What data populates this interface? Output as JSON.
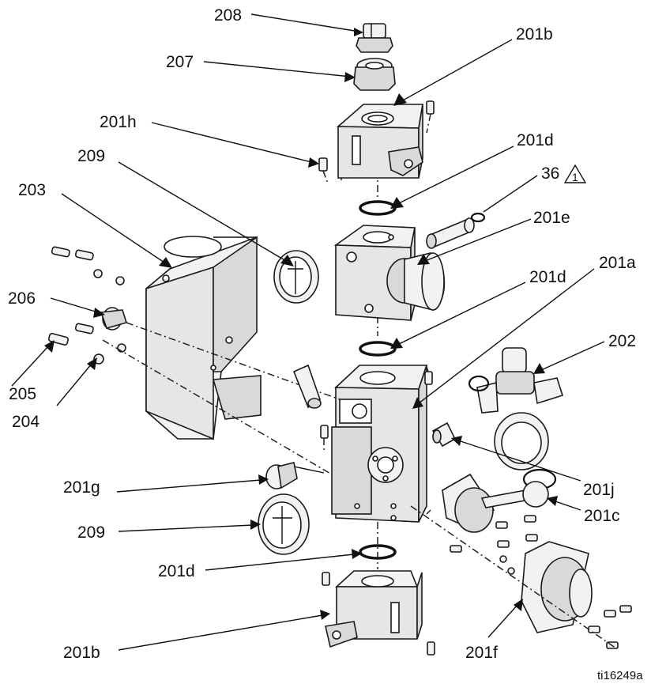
{
  "callouts": {
    "c208": "208",
    "c207": "207",
    "c201b_top": "201b",
    "c201h": "201h",
    "c201d_upper": "201d",
    "c209_top": "209",
    "c203": "203",
    "c36": "36",
    "c201e": "201e",
    "c201d_mid": "201d",
    "c201a": "201a",
    "c206": "206",
    "c202": "202",
    "c205": "205",
    "c204": "204",
    "c201j": "201j",
    "c201g": "201g",
    "c201c": "201c",
    "c209_bottom": "209",
    "c201d_lower": "201d",
    "c201b_bottom": "201b",
    "c201f": "201f"
  },
  "warning_symbol": "1",
  "figure_id": "ti16249a"
}
